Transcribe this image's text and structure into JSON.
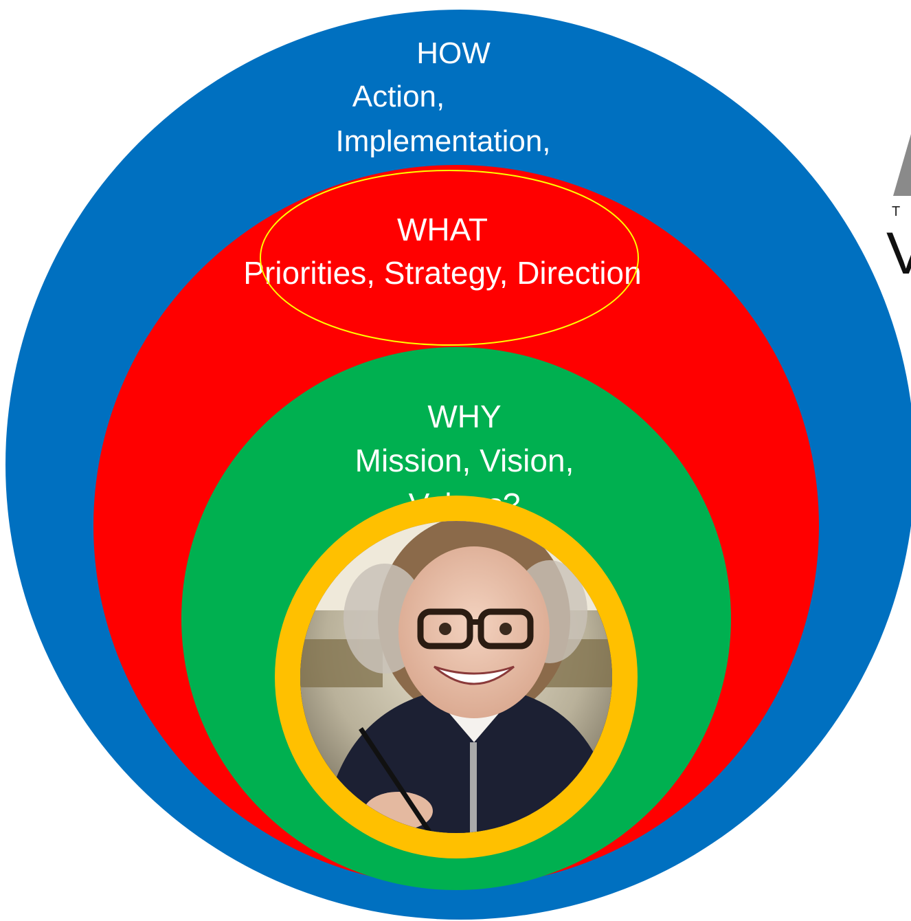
{
  "colors": {
    "how": "#0070c0",
    "what": "#ff0000",
    "why": "#00b050",
    "core_ring": "#ffc000",
    "highlight": "#ffff00",
    "logo_grey": "#8a8a8a",
    "logo_black": "#111111"
  },
  "how": {
    "heading": "HOW",
    "line1": "Action,",
    "line2": "Implementation,"
  },
  "what": {
    "heading": "WHAT",
    "line1": "Priorities, Strategy, Direction"
  },
  "why": {
    "heading": "WHY",
    "line1": "Mission, Vision,",
    "line2_partial": "Values?"
  },
  "core": {
    "icon": "student-photo"
  },
  "logo": {
    "letter_small": "T",
    "letter_large": "V"
  }
}
